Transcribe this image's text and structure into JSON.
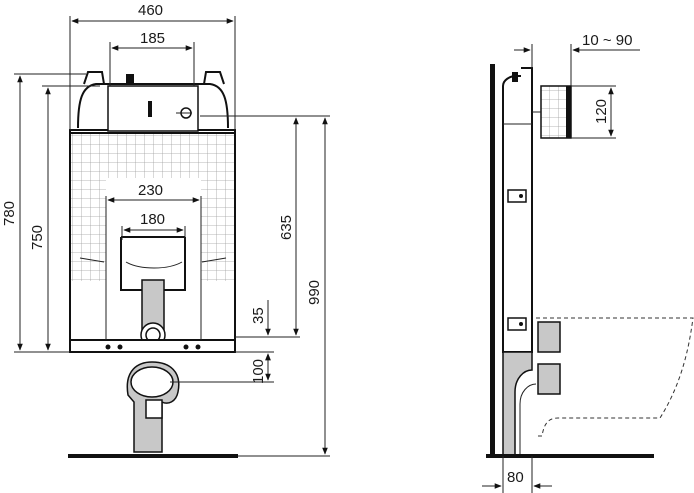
{
  "front_view": {
    "dim_width_total": "460",
    "dim_cistern_width": "185",
    "dim_inner_width": "230",
    "dim_bracket_width": "180",
    "dim_height_total": "780",
    "dim_height_frame": "750",
    "dim_flush_height": "635",
    "dim_floor_height": "990",
    "dim_outlet_offset": "35",
    "dim_outlet_height": "100"
  },
  "side_view": {
    "dim_depth_adjust": "10 ~ 90",
    "dim_box_height": "120",
    "dim_depth": "80"
  },
  "colors": {
    "line": "#111111",
    "mesh": "#9a9a9a",
    "fill_grey": "#c8c8c8"
  }
}
